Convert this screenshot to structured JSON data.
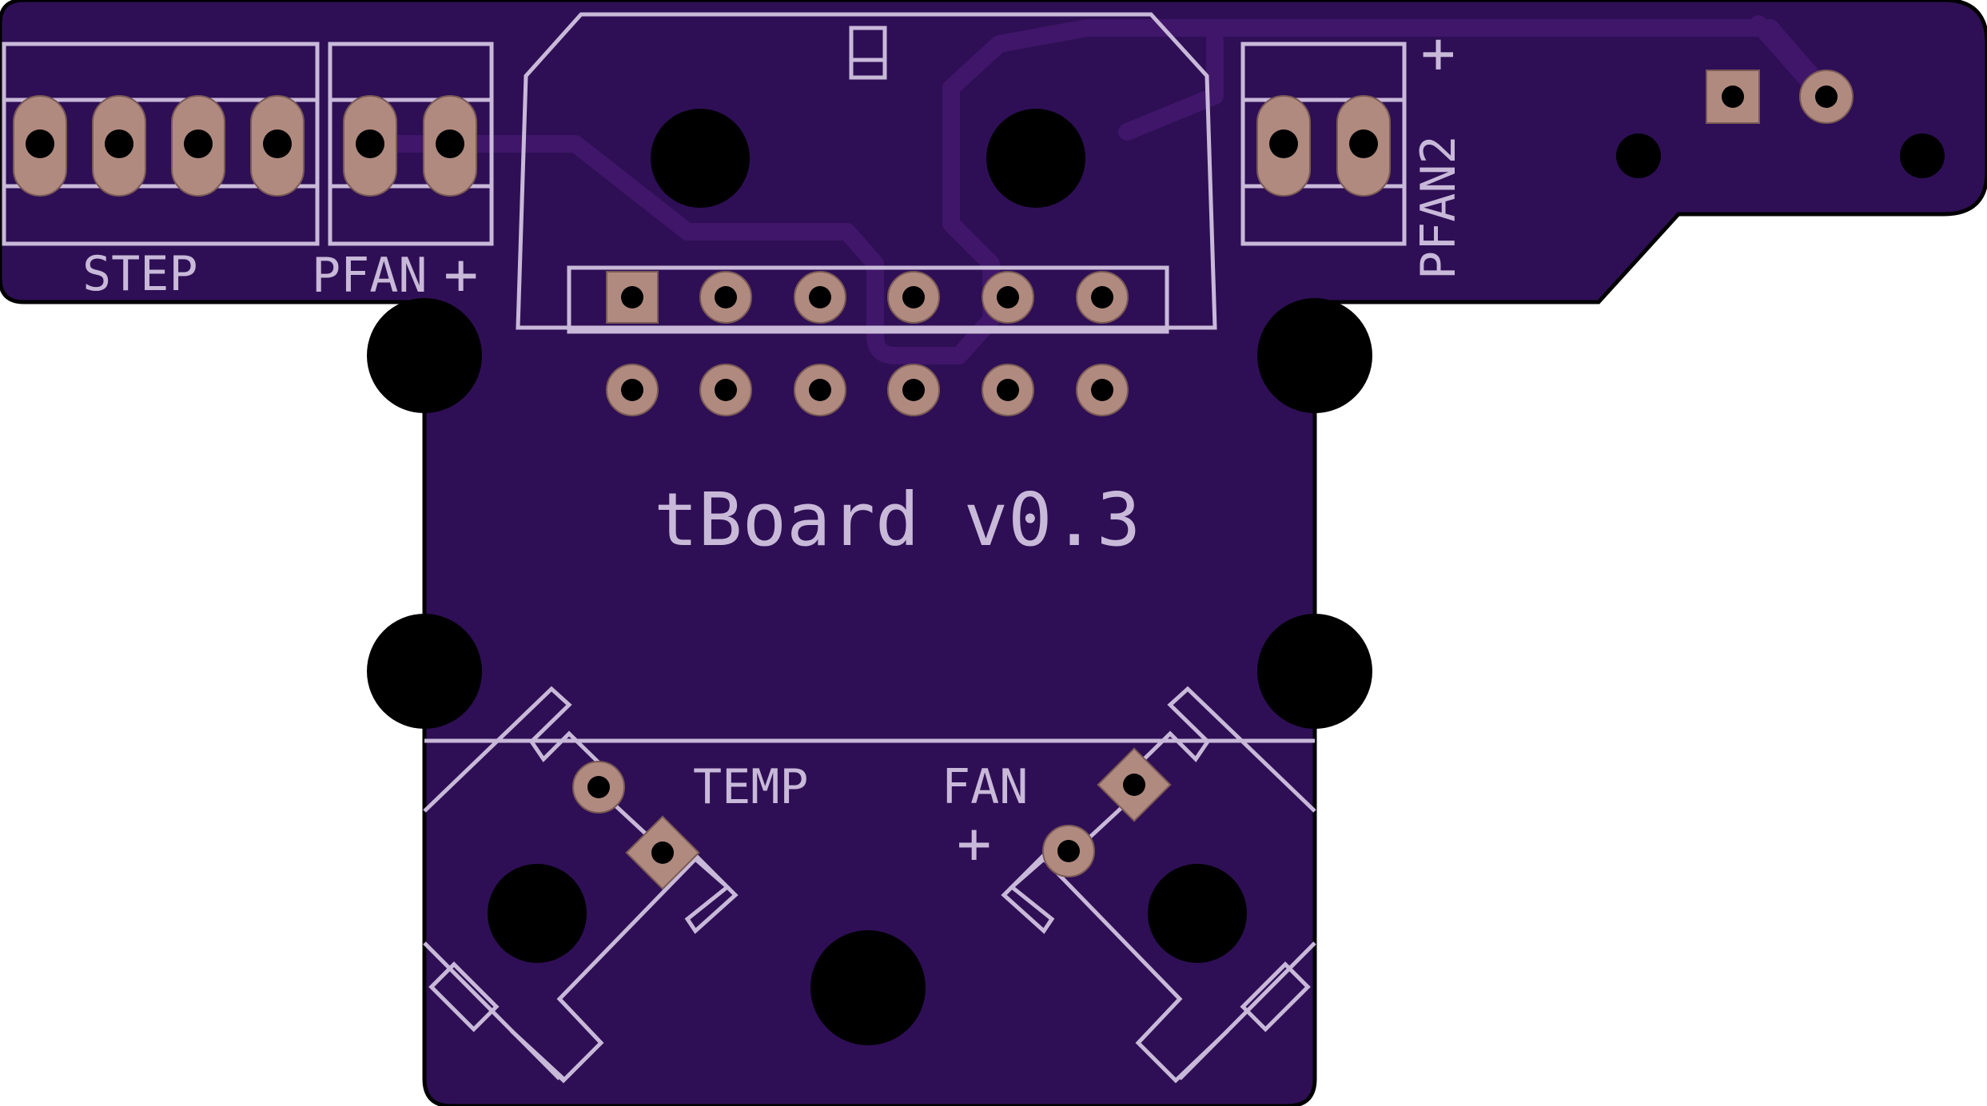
{
  "board": {
    "title": "tBoard v0.3",
    "colors": {
      "soldermask": "#2e0f55",
      "outline": "#000000",
      "silkscreen": "#c9b9d9",
      "copper_pad": "#b08a7f",
      "drill": "#000000",
      "trace": "#3f1669"
    }
  },
  "labels": {
    "step": "STEP",
    "pfan": "PFAN",
    "pfan2": "PFAN2",
    "temp": "TEMP",
    "fan": "FAN",
    "plus_pfan": "+",
    "plus_pfan2": "+",
    "plus_fan": "+"
  }
}
